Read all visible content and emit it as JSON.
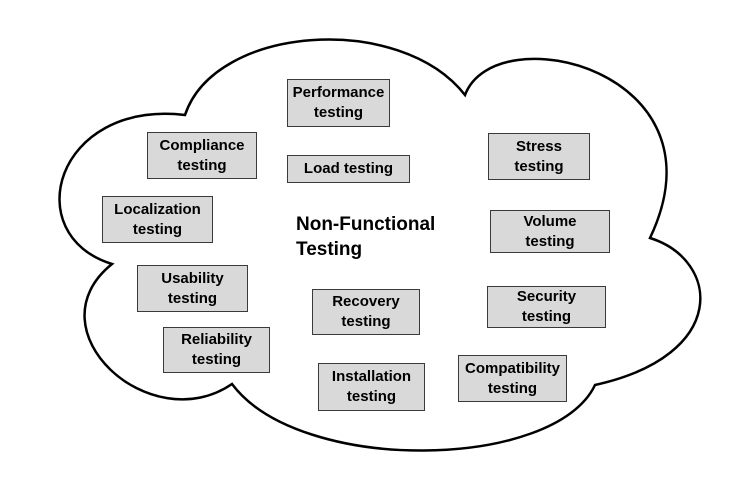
{
  "colors": {
    "background": "#ffffff",
    "cloud_stroke": "#000000",
    "box_fill": "#d9d9d9",
    "box_border": "#3a3a3a",
    "text": "#000000"
  },
  "diagram": {
    "title": "Non-Functional\nTesting",
    "boxes": [
      {
        "id": "performance",
        "label": "Performance\ntesting"
      },
      {
        "id": "compliance",
        "label": "Compliance\ntesting"
      },
      {
        "id": "load",
        "label": "Load testing"
      },
      {
        "id": "stress",
        "label": "Stress\ntesting"
      },
      {
        "id": "localization",
        "label": "Localization\ntesting"
      },
      {
        "id": "volume",
        "label": "Volume\ntesting"
      },
      {
        "id": "usability",
        "label": "Usability\ntesting"
      },
      {
        "id": "recovery",
        "label": "Recovery\ntesting"
      },
      {
        "id": "security",
        "label": "Security\ntesting"
      },
      {
        "id": "reliability",
        "label": "Reliability\ntesting"
      },
      {
        "id": "installation",
        "label": "Installation\ntesting"
      },
      {
        "id": "compatibility",
        "label": "Compatibility\ntesting"
      }
    ]
  }
}
